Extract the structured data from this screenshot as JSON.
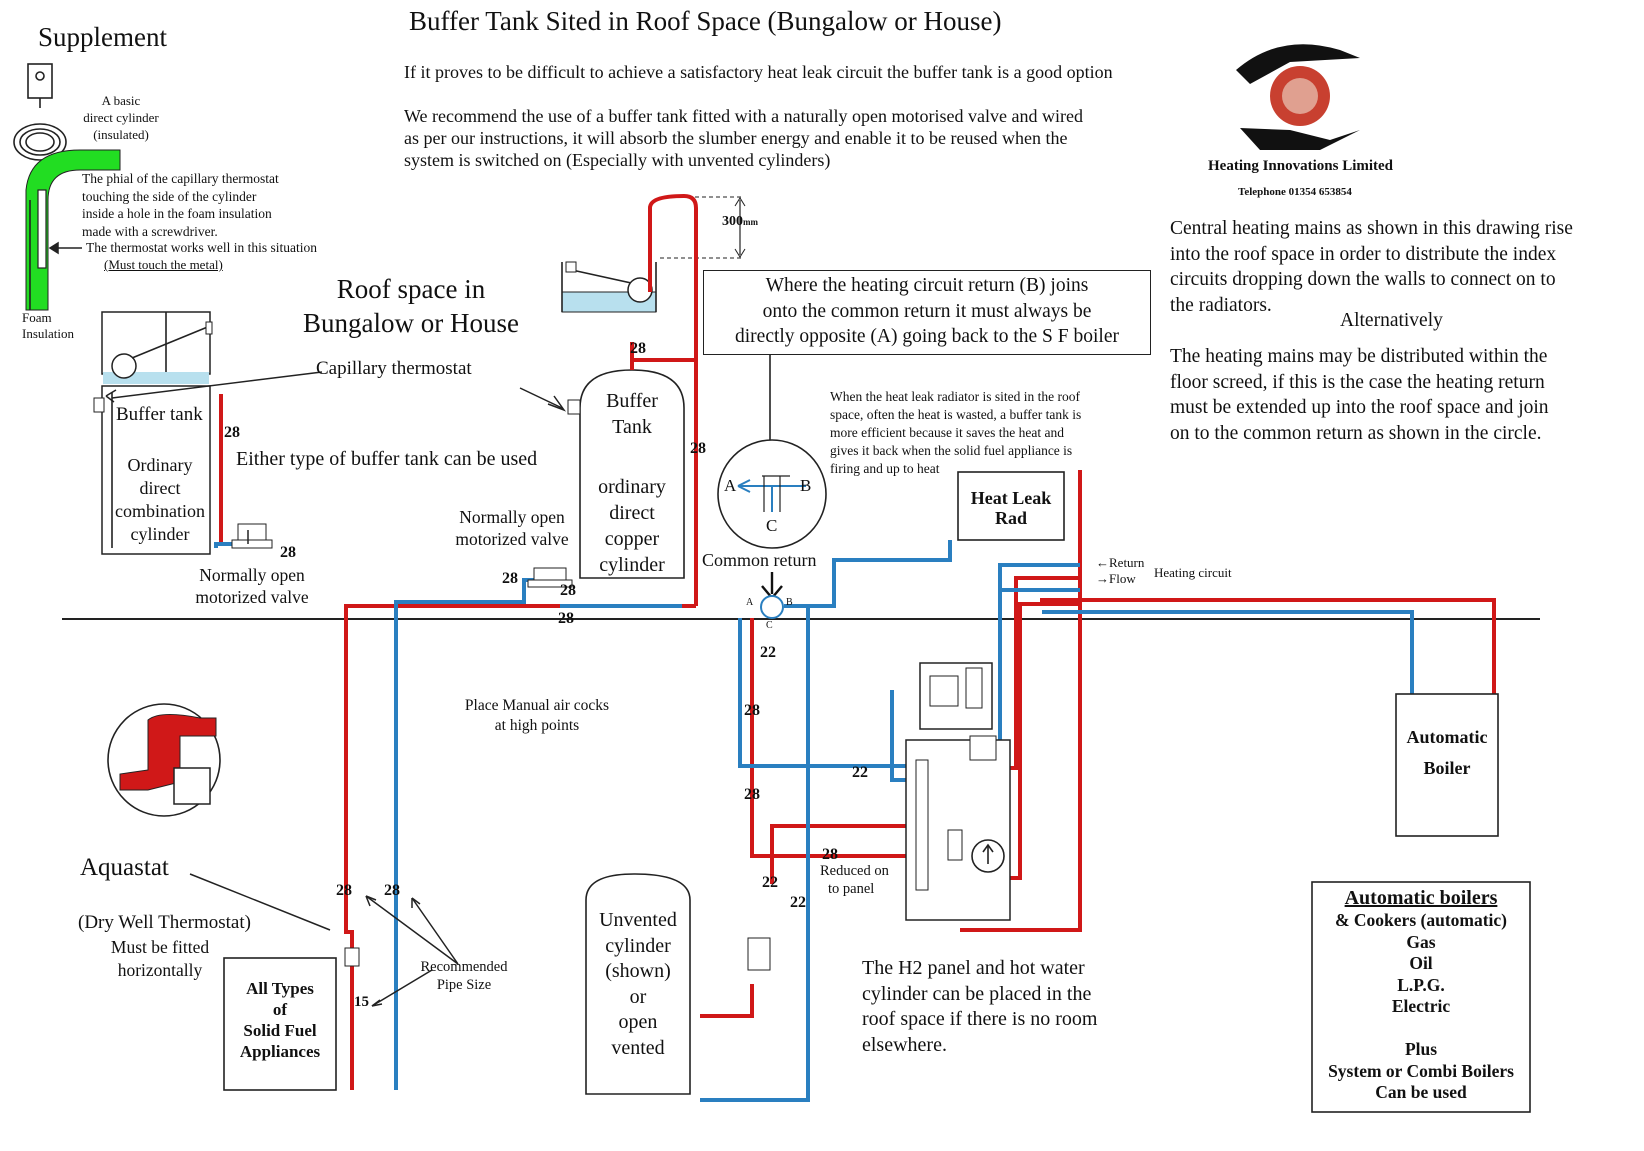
{
  "title": "Buffer Tank Sited in Roof Space (Bungalow or House)",
  "intro": [
    "If it proves to be difficult to achieve a satisfactory heat leak circuit the buffer tank is a good option",
    "We recommend the use of a buffer tank fitted with a naturally open motorised valve and wired",
    "as per our instructions, it will absorb the slumber energy and enable it to be reused when the",
    "system is switched on (Especially with unvented cylinders)"
  ],
  "company": {
    "name": "Heating Innovations Limited",
    "phone": "Telephone 01354 653854"
  },
  "supplement": {
    "title": "Supplement",
    "cylinder_note": [
      "A basic",
      "direct cylinder",
      "(insulated)"
    ],
    "phial_note": [
      "The phial of the capillary thermostat",
      "touching the side of the cylinder",
      "inside a  hole in the foam insulation",
      "made with a screwdriver."
    ],
    "works_note": "The thermostat works well in this situation",
    "must_touch": "(Must touch the metal)",
    "foam": [
      "Foam",
      "Insulation"
    ]
  },
  "roof_space": [
    "Roof space in",
    "Bungalow or House"
  ],
  "central_heating_note": [
    "Central heating mains as shown in this drawing rise",
    "into the roof space in order to distribute the index",
    "circuits dropping down the walls to connect on to",
    "the radiators."
  ],
  "alternatively": "Alternatively",
  "alternative_note": [
    "The heating mains may be distributed within the",
    "floor screed, if this is the case the heating return",
    "must be extended up into the roof space and join",
    "on to the common return as shown in the circle."
  ],
  "return_note": [
    "Where the heating circuit return (B) joins",
    "onto the common return it must always be",
    "directly opposite (A) going back to the S F boiler"
  ],
  "heat_leak_note": [
    "When the heat leak radiator is sited in the roof",
    "space, often the heat is wasted, a buffer tank is",
    "more efficient because it saves the heat and",
    "gives it back when the solid fuel appliance is",
    "firing and up to heat"
  ],
  "measure": "300",
  "measure_unit": "mm",
  "labels": {
    "capillary_thermostat": "Capillary thermostat",
    "either_type": "Either type of buffer tank can be used",
    "buffer_tank_left": "Buffer tank",
    "ordinary_left": [
      "Ordinary",
      "direct",
      "combination",
      "cylinder"
    ],
    "buffer_tank_mid": [
      "Buffer",
      "Tank"
    ],
    "ordinary_mid": [
      "ordinary",
      "direct",
      "copper",
      "cylinder"
    ],
    "nov_left": [
      "Normally open",
      "motorized valve"
    ],
    "nov_mid": [
      "Normally open",
      "motorized valve"
    ],
    "heat_leak_rad": [
      "Heat Leak",
      "Rad"
    ],
    "common_return": "Common return",
    "return": "Return",
    "flow": "Flow",
    "heating_circuit": "Heating circuit",
    "air_cocks": [
      "Place Manual air cocks",
      "at high points"
    ],
    "automatic_boiler": [
      "Automatic",
      "Boiler"
    ],
    "aquastat": "Aquastat",
    "dry_well": "(Dry Well Thermostat)",
    "horizontal": [
      "Must be fitted",
      "horizontally"
    ],
    "solid_fuel": [
      "All Types",
      "of",
      "Solid Fuel",
      "Appliances"
    ],
    "recommended": [
      "Recommended",
      "Pipe Size"
    ],
    "unvented": [
      "Unvented",
      "cylinder",
      "(shown)",
      "or",
      "open",
      "vented"
    ],
    "reduced": [
      "Reduced on",
      "to panel"
    ],
    "h2_note": [
      "The H2 panel and hot water",
      "cylinder can be placed in the",
      "roof space if there is no room",
      "elsewhere."
    ],
    "A": "A",
    "B": "B",
    "C": "C"
  },
  "auto_box": {
    "title": "Automatic boilers",
    "lines": [
      "& Cookers (automatic)",
      "Gas",
      "Oil",
      "L.P.G.",
      "Electric",
      "",
      "Plus",
      "System or Combi Boilers",
      "Can be used"
    ]
  },
  "pipe_sizes": [
    "28",
    "28",
    "28",
    "28",
    "28",
    "28",
    "28",
    "22",
    "28",
    "22",
    "28",
    "22",
    "28",
    "22",
    "22",
    "28",
    "28",
    "15"
  ],
  "colors": {
    "flow": "#d01818",
    "return": "#2a7fc0",
    "water": "#b8e0ee",
    "insulation": "#22dd22"
  }
}
